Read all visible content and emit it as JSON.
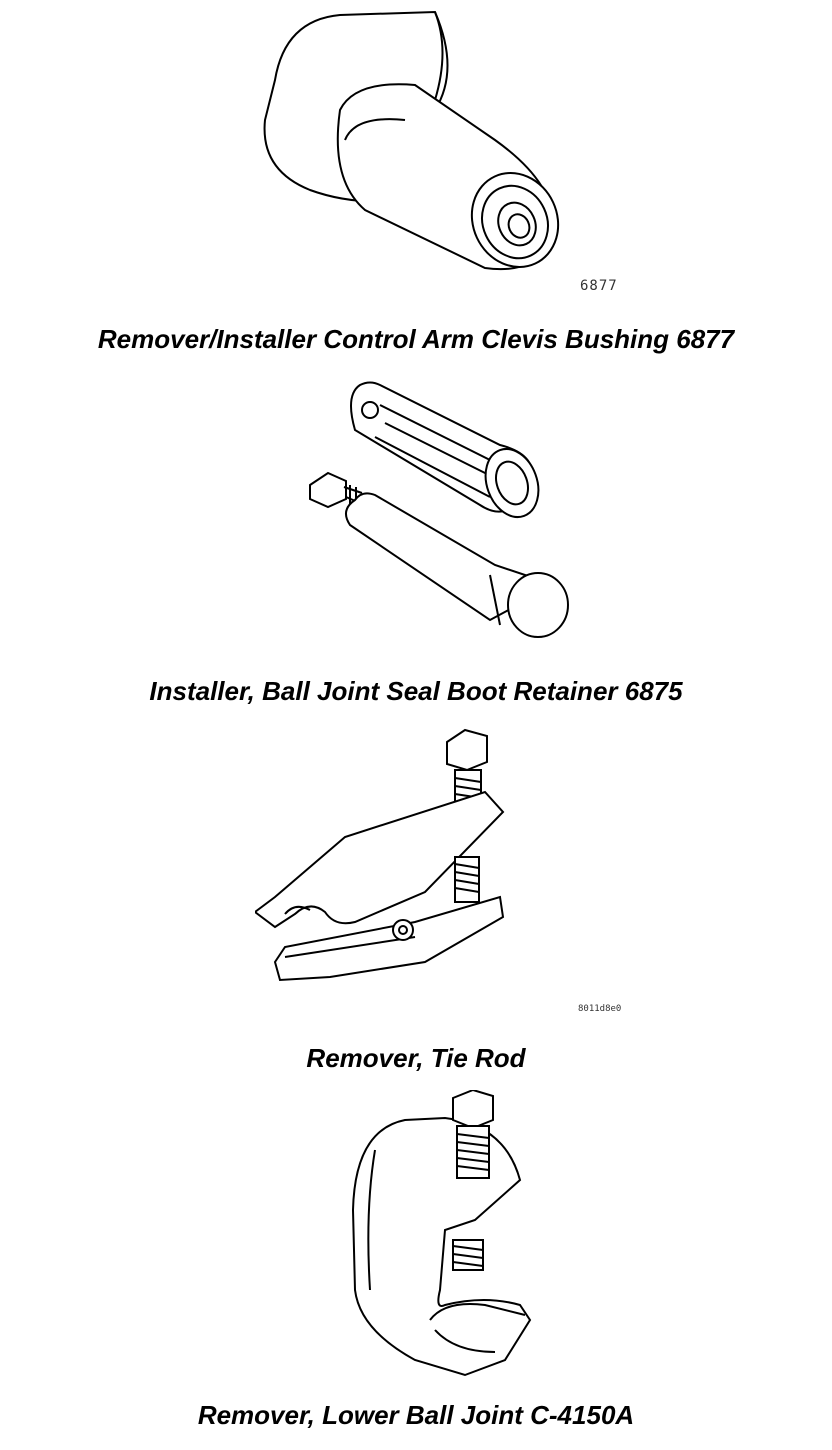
{
  "figures": [
    {
      "caption": "Remover/Installer Control Arm Clevis Bushing 6877",
      "code": "6877",
      "icon": "clevis-bushing-tool-icon"
    },
    {
      "caption": "Installer, Ball Joint Seal Boot Retainer 6875",
      "code": "",
      "icon": "seal-boot-retainer-installer-icon"
    },
    {
      "caption": "Remover, Tie Rod",
      "code": "8011d8e0",
      "icon": "tie-rod-remover-icon"
    },
    {
      "caption": "Remover, Lower Ball Joint C-4150A",
      "code": "",
      "icon": "lower-ball-joint-remover-icon"
    }
  ]
}
